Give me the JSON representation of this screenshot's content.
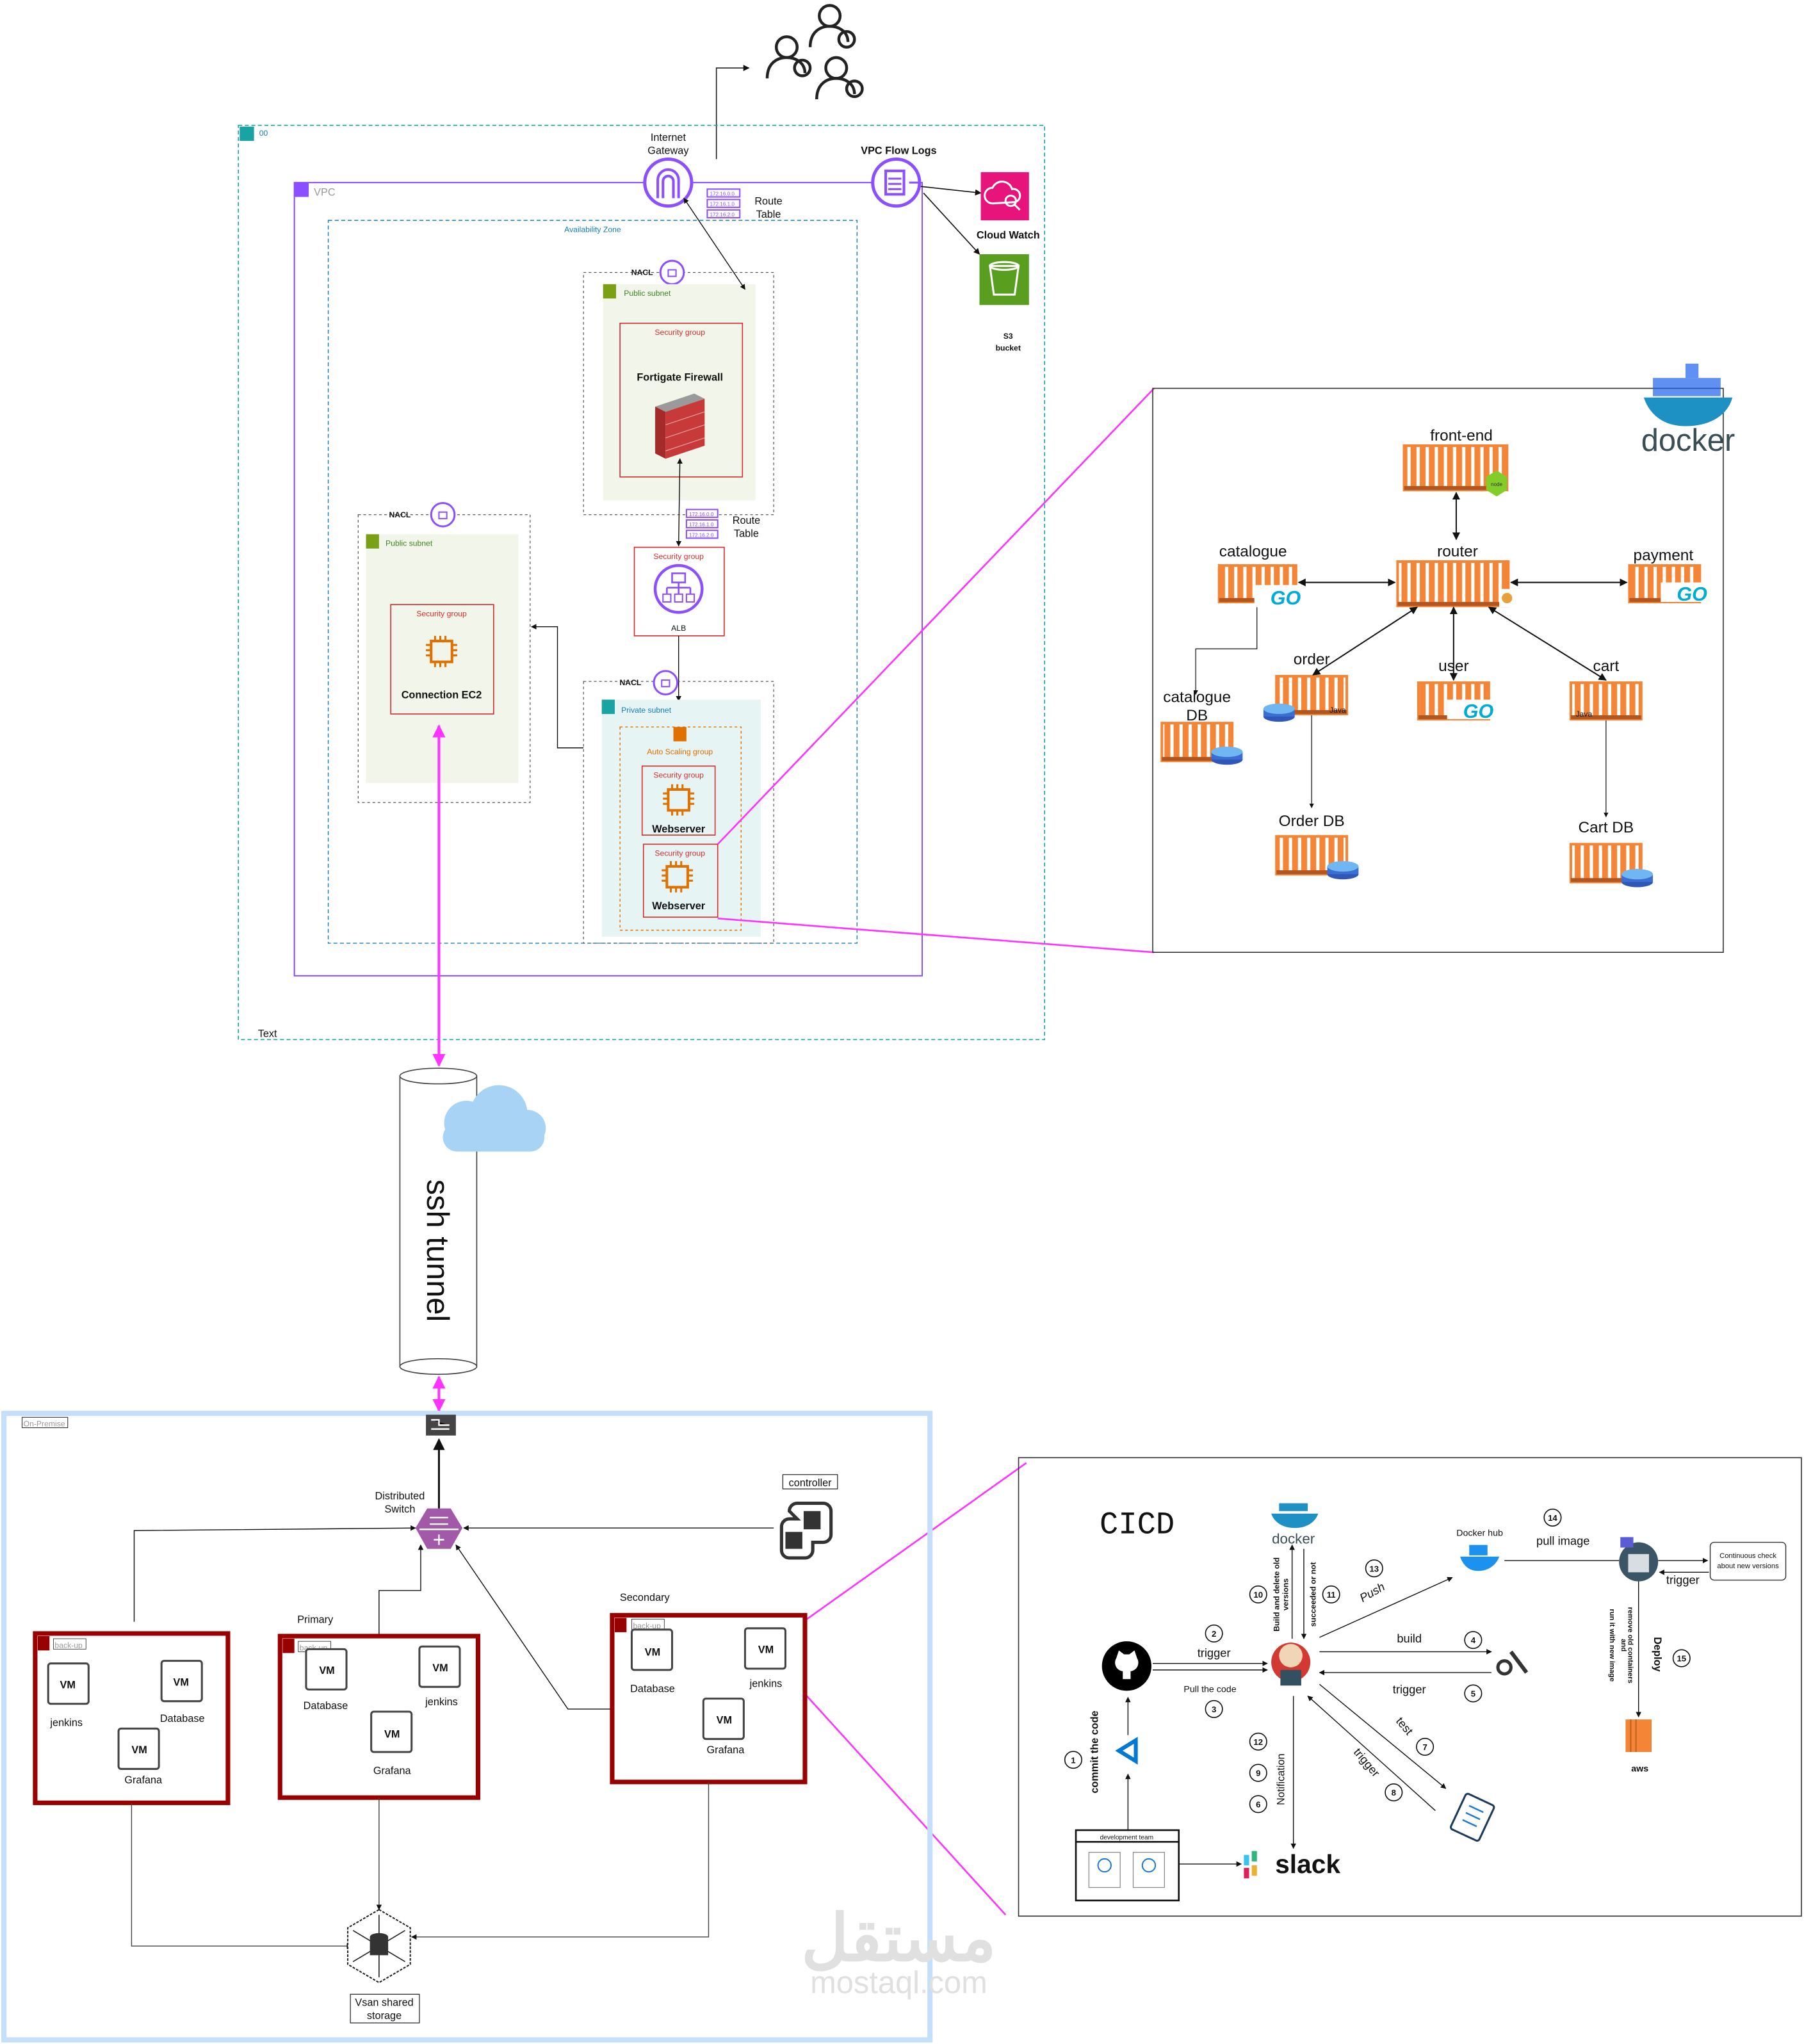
{
  "colors": {
    "vpc": "#8c4fff",
    "security_group": "#d62e2e",
    "public_subnet": "#3f8624",
    "private_subnet": "#147eba",
    "magenta_link": "#ff33ff",
    "on_premise_border": "#c5defa",
    "server_group": "#990000",
    "container": "#f58536"
  },
  "aws": {
    "region_label": "00",
    "footer_text": "Text",
    "internet_gateway": "Internet Gateway",
    "internet_gateway_lines": [
      "Internet",
      "Gateway"
    ],
    "vpc_label": "VPC",
    "vpc_flow_logs": "VPC Flow Logs",
    "cloud_watch": "Cloud Watch",
    "s3_lines": [
      "S3",
      "bucket"
    ],
    "route_table_lines": [
      "Route",
      "Table"
    ],
    "route_entries": [
      "172.16.0.0",
      "172.16.1.0",
      "172.16.2.0"
    ],
    "availability_zone": "Availability Zone",
    "nacl": "NACL",
    "public_subnet": "Public subnet",
    "private_subnet": "Private subnet",
    "security_group": "Security group",
    "firewall": "Fortigate Firewall",
    "alb": "ALB",
    "connection_ec2": "Connection EC2",
    "auto_scaling_group": "Auto Scaling group",
    "webserver": "Webserver"
  },
  "ssh_tunnel": "ssh tunnel",
  "docker": {
    "logo": "docker",
    "services": {
      "front_end": "front-end",
      "router": "router",
      "catalogue": "catalogue",
      "payment": "payment",
      "order": "order",
      "user": "user",
      "cart": "cart",
      "order_db": "Order DB",
      "cart_db": "Cart DB"
    },
    "catalogue_db_lines": [
      "catalogue",
      "DB"
    ],
    "badges": {
      "go": "GO",
      "java": "Java",
      "node": "node"
    }
  },
  "on_premise": {
    "label": "On-Premise",
    "switch_lines": [
      "Distributed",
      "Switch"
    ],
    "controller": "controller",
    "backup_label": "back-up",
    "vm": "VM",
    "groups": [
      {
        "title": "",
        "vms": [
          "jenkins",
          "Database",
          "Grafana"
        ]
      },
      {
        "title": "Primary",
        "vms": [
          "Database",
          "jenkins",
          "Grafana"
        ]
      },
      {
        "title": "Secondary",
        "vms": [
          "Database",
          "jenkins",
          "Grafana"
        ]
      }
    ],
    "storage_lines": [
      "Vsan shared",
      "storage"
    ]
  },
  "cicd": {
    "title": "CICD",
    "docker_logo": "docker",
    "docker_hub": "Docker hub",
    "pull_image": "pull image",
    "continuous_check_lines": [
      "Continuous check",
      "about new versions"
    ],
    "trigger": "trigger",
    "deploy": "Deploy",
    "remove_old": "remove old containers",
    "and": "and",
    "run_new": "run it with new image",
    "aws": "aws",
    "push": "Push",
    "build": "build",
    "test": "test",
    "pull_code": "Pull the code",
    "commit": "commit the code",
    "build_delete": "Build and delete old",
    "versions": "versions",
    "succeeded": "succeeded or not",
    "notification": "Notification",
    "dev_team": "development team",
    "slack": "slack",
    "steps": [
      "1",
      "2",
      "3",
      "4",
      "5",
      "6",
      "7",
      "8",
      "9",
      "10",
      "11",
      "12",
      "13",
      "14",
      "15"
    ]
  },
  "watermark": {
    "arabic": "مستقل",
    "latin": "mostaql.com"
  }
}
